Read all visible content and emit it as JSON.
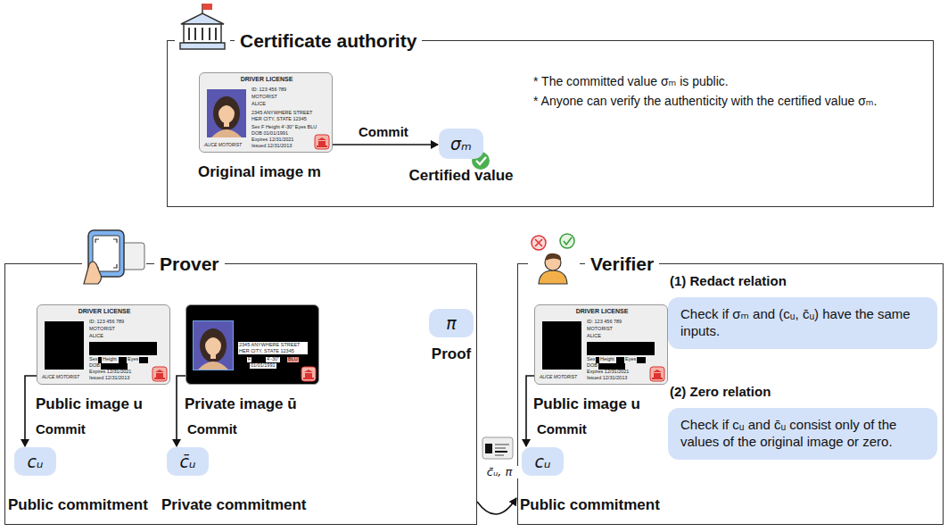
{
  "diagram": {
    "nodes": [
      {
        "text": [
          "Certificate authority"
        ]
      },
      {
        "text": [
          "DRIVER LICENSE",
          "ID: 123 456 789",
          "MOTORIST",
          "ALICE",
          "2345 ANYWHERE STREET",
          "HER CITY, STATE 12345",
          "Sex F Height 4'-30\" Eyes BLU",
          "DOB 01/01/1991",
          "Expires 12/31/2021",
          "Issued 12/31/2013",
          "ALICE MOTORIST",
          "Original image m"
        ],
        "in": 0
      },
      {
        "text": [
          "σₘ",
          "Certified value"
        ],
        "in": 0
      },
      {
        "text": [
          "Prover"
        ]
      },
      {
        "text": [
          "DRIVER LICENSE",
          "ID: 123 456 789",
          "MOTORIST",
          "ALICE",
          "Sex",
          "Height",
          "Eyes",
          "DOB",
          "Expires 12/31/2021",
          "Issued 12/31/2013",
          "ALICE MOTORIST",
          "Public image u"
        ],
        "in": 3
      },
      {
        "text": [
          "2345 ANYWHERE STREET HER CITY, STATE 12345",
          "F",
          "4'-30\"",
          "BLU",
          "01/01/1991",
          "Private image ū"
        ],
        "in": 3
      },
      {
        "text": [
          "π",
          "Proof"
        ],
        "in": 3
      },
      {
        "text": [
          "cᵤ",
          "Public commitment"
        ],
        "in": 3
      },
      {
        "text": [
          "c̄ᵤ",
          "Private commitment"
        ],
        "in": 3
      },
      {
        "text": [
          "Verifier"
        ]
      },
      {
        "text": [
          "DRIVER LICENSE",
          "ID: 123 456 789",
          "MOTORIST",
          "ALICE",
          "Sex",
          "Height",
          "Eyes",
          "DOB",
          "Expires 12/31/2021",
          "Issued 12/31/2013",
          "ALICE MOTORIST",
          "Public image u"
        ],
        "in": 9
      },
      {
        "text": [
          "cᵤ",
          "Public commitment"
        ],
        "in": 9
      },
      {
        "text": [
          "(1) Redact relation",
          "Check if σₘ and (cᵤ, c̄ᵤ) have the same inputs."
        ],
        "in": 9
      },
      {
        "text": [
          "(2) Zero relation",
          "Check if cᵤ and c̄ᵤ consist only of the values of the original image or zero."
        ],
        "in": 9
      }
    ],
    "edges": [
      {
        "from": 1,
        "to": 2,
        "label": "Commit",
        "arrow": "to"
      },
      {
        "from": 4,
        "to": 7,
        "label": "Commit",
        "arrow": "to"
      },
      {
        "from": 5,
        "to": 8,
        "label": "Commit",
        "arrow": "to"
      },
      {
        "from": 3,
        "to": 9,
        "label": "c̄ᵤ, π",
        "arrow": "to"
      },
      {
        "from": 10,
        "to": 11,
        "label": "Commit",
        "arrow": "to"
      }
    ],
    "labels": [
      "* The committed value σₘ is public.",
      "* Anyone can verify the authenticity with the certified value σₘ."
    ]
  }
}
